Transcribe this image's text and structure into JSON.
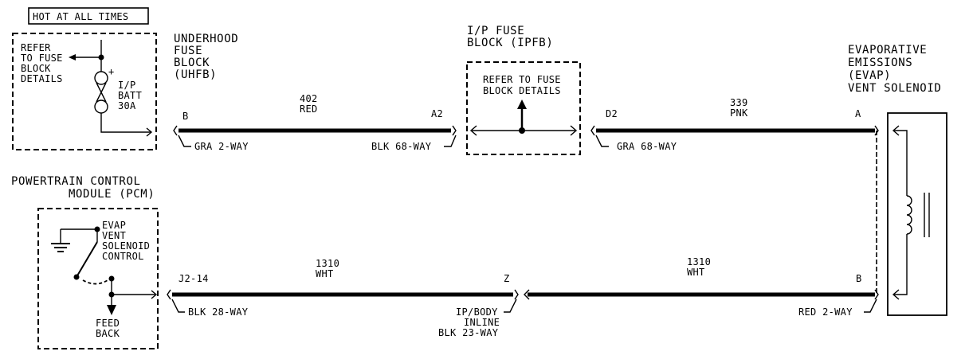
{
  "hot_label": "HOT AT ALL TIMES",
  "fuse_refer_left": [
    "REFER",
    "TO FUSE",
    "BLOCK",
    "DETAILS"
  ],
  "fuse_plus": "+",
  "fuse_label": [
    "I/P",
    "BATT",
    "30A"
  ],
  "uhfb_title": [
    "UNDERHOOD",
    "FUSE",
    "BLOCK",
    "(UHFB)"
  ],
  "ipfb_title": [
    "I/P FUSE",
    "BLOCK (IPFB)"
  ],
  "ipfb_refer": [
    "REFER TO FUSE",
    "BLOCK DETAILS"
  ],
  "evap_title": [
    "EVAPORATIVE",
    "EMISSIONS",
    "(EVAP)",
    "VENT SOLENOID"
  ],
  "pcm_title": [
    "POWERTRAIN CONTROL",
    "MODULE (PCM)"
  ],
  "pcm_control": [
    "EVAP",
    "VENT",
    "SOLENOID",
    "CONTROL"
  ],
  "pcm_feedback": [
    "FEED",
    "BACK"
  ],
  "wires": [
    {
      "circuit": "402",
      "color": "RED"
    },
    {
      "circuit": "339",
      "color": "PNK"
    },
    {
      "circuit": "1310",
      "color": "WHT"
    },
    {
      "circuit": "1310",
      "color": "WHT"
    }
  ],
  "pins": {
    "uhfb_left": "B",
    "uhfb_right": "A2",
    "ipfb_right": "D2",
    "evap_top": "A",
    "pcm": "J2-14",
    "inline": "Z",
    "evap_bottom": "B"
  },
  "connectors": {
    "uhfb_left": "GRA 2-WAY",
    "uhfb_right": "BLK 68-WAY",
    "ipfb_right": "GRA 68-WAY",
    "pcm": "BLK 28-WAY",
    "inline": [
      "IP/BODY",
      "INLINE",
      "BLK 23-WAY"
    ],
    "evap": "RED 2-WAY"
  }
}
